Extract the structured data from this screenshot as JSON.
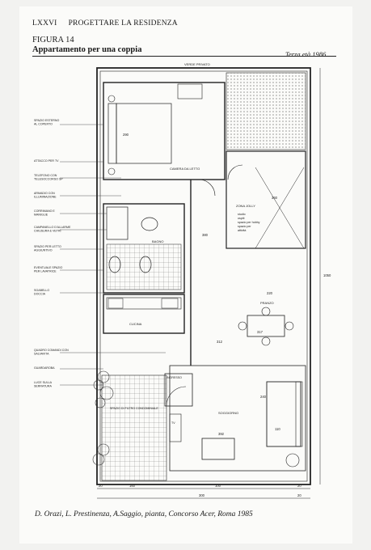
{
  "header": {
    "page_number": "LXXVI",
    "section": "PROGETTARE LA RESIDENZA"
  },
  "figure": {
    "number": "FIGURA 14",
    "title": "Appartamento per una coppia",
    "source": "Terza età 1986"
  },
  "plan": {
    "left_labels": [
      [
        "SPAZIO ESTERNO",
        "AL COPERTO"
      ],
      [
        "ATTACCO PER TV"
      ],
      [
        "TELEFONO CON",
        "TELESOCCORSO SP"
      ],
      [
        "ARMADIO CON",
        "ILLUMINAZIONE"
      ],
      [
        "CORRIMANO E",
        "MANIGLIE"
      ],
      [
        "CAMPANELLO D'ALLARME",
        "CHIUSURA E VETRI"
      ],
      [
        "SPAZIO PER LETTO",
        "AGGIUNTIVO"
      ],
      [
        "EVENTUALE SPAZIO",
        "PER LAVATRICE"
      ],
      [
        "SGABELLO",
        "DOCCIA"
      ],
      [
        "QUADRO COMANDI CON",
        "SALVAVITA"
      ],
      [
        "GUARDAROBA"
      ],
      [
        "LUCE SULLA",
        "SERRATURA"
      ]
    ],
    "rooms": {
      "garden": "VERDE PRIVATO",
      "bedroom": "CAMERA DA LETTO",
      "jolly": "ZONA JOLLY",
      "jolly_notes": [
        "studio",
        "ospiti",
        "spazio per hobby",
        "spazio per",
        "attività"
      ],
      "bathroom": "BAGNO",
      "kitchen": "CUCINA",
      "dining": "PRANZO",
      "entrance": "INGRESSO",
      "living": "SOGGIORNO",
      "landing": "SPAZIO DI FILTRO CONDOMINIALE",
      "tv": "TV"
    },
    "dimensions": {
      "bottom_top": [
        "20",
        "160",
        "100",
        "20"
      ],
      "bottom_total": "300",
      "bottom_right": "20",
      "right_total": "1050",
      "inner": [
        "290",
        "380",
        "360",
        "312",
        "220",
        "317",
        "240",
        "392",
        "110"
      ]
    }
  },
  "caption": "D. Orazi, L. Prestinenza, A.Saggio, pianta, Concorso Acer, Roma 1985"
}
